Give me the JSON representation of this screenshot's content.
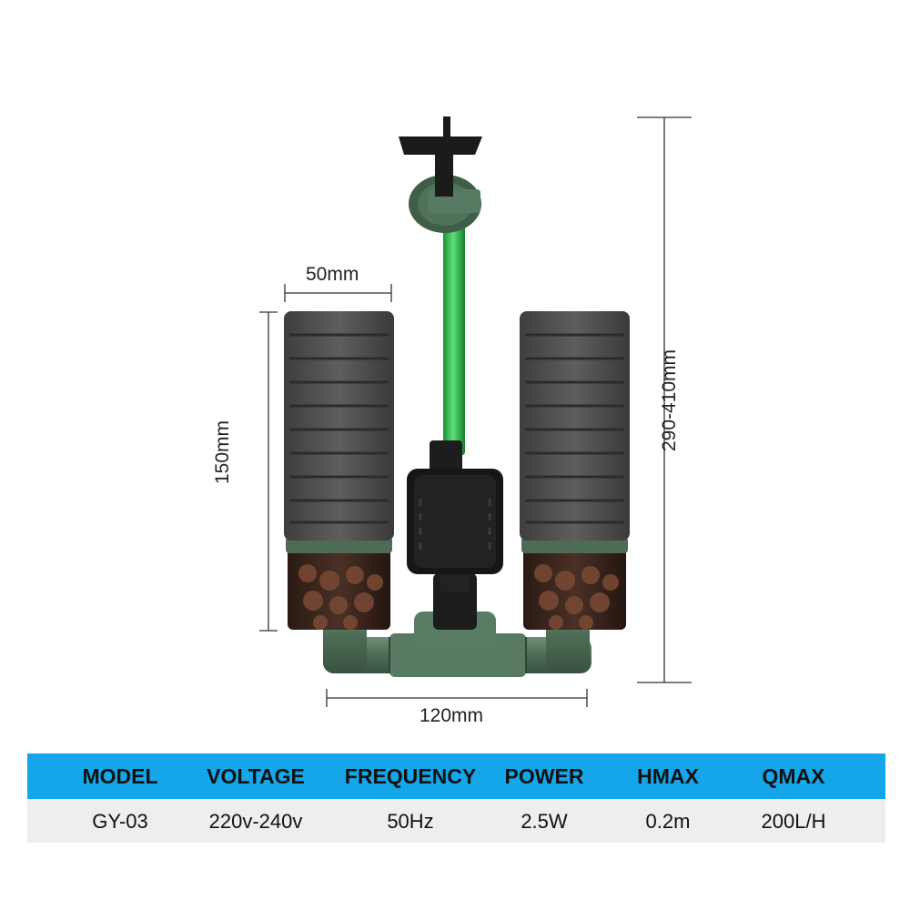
{
  "dimensions": {
    "sponge_width": "50mm",
    "sponge_height": "150mm",
    "base_width": "120mm",
    "total_height": "290-410mm"
  },
  "specs": {
    "headers": [
      "MODEL",
      "VOLTAGE",
      "FREQUENCY",
      "POWER",
      "HMAX",
      "QMAX"
    ],
    "values": [
      "GY-03",
      "220v-240v",
      "50Hz",
      "2.5W",
      "0.2m",
      "200L/H"
    ]
  },
  "colors": {
    "header_bg": "#14a6e8",
    "row_bg": "#eeeeee",
    "sponge": "#555555",
    "tube": "#2fbf4a",
    "fittings": "#4f6f58"
  }
}
